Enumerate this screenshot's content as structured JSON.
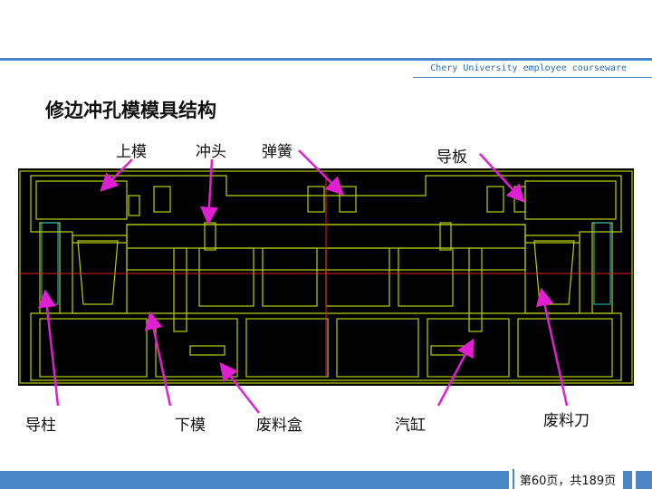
{
  "header": {
    "subtitle": "Chery University employee courseware"
  },
  "slide": {
    "title": "修边冲孔模模具结构"
  },
  "labels": {
    "upper_die": "上模",
    "punch": "冲头",
    "spring": "弹簧",
    "guide_plate": "导板",
    "guide_pillar": "导柱",
    "lower_die": "下模",
    "scrap_box": "废料盒",
    "cylinder": "汽缸",
    "scrap_knife": "废料刀"
  },
  "footer": {
    "page_indicator": "第60页，共189页"
  },
  "colors": {
    "accent": "#4a86c5",
    "arrow": "#e020d0",
    "drawing_bg": "#000000",
    "outline": "#c8d800",
    "centerline": "#e02020"
  }
}
